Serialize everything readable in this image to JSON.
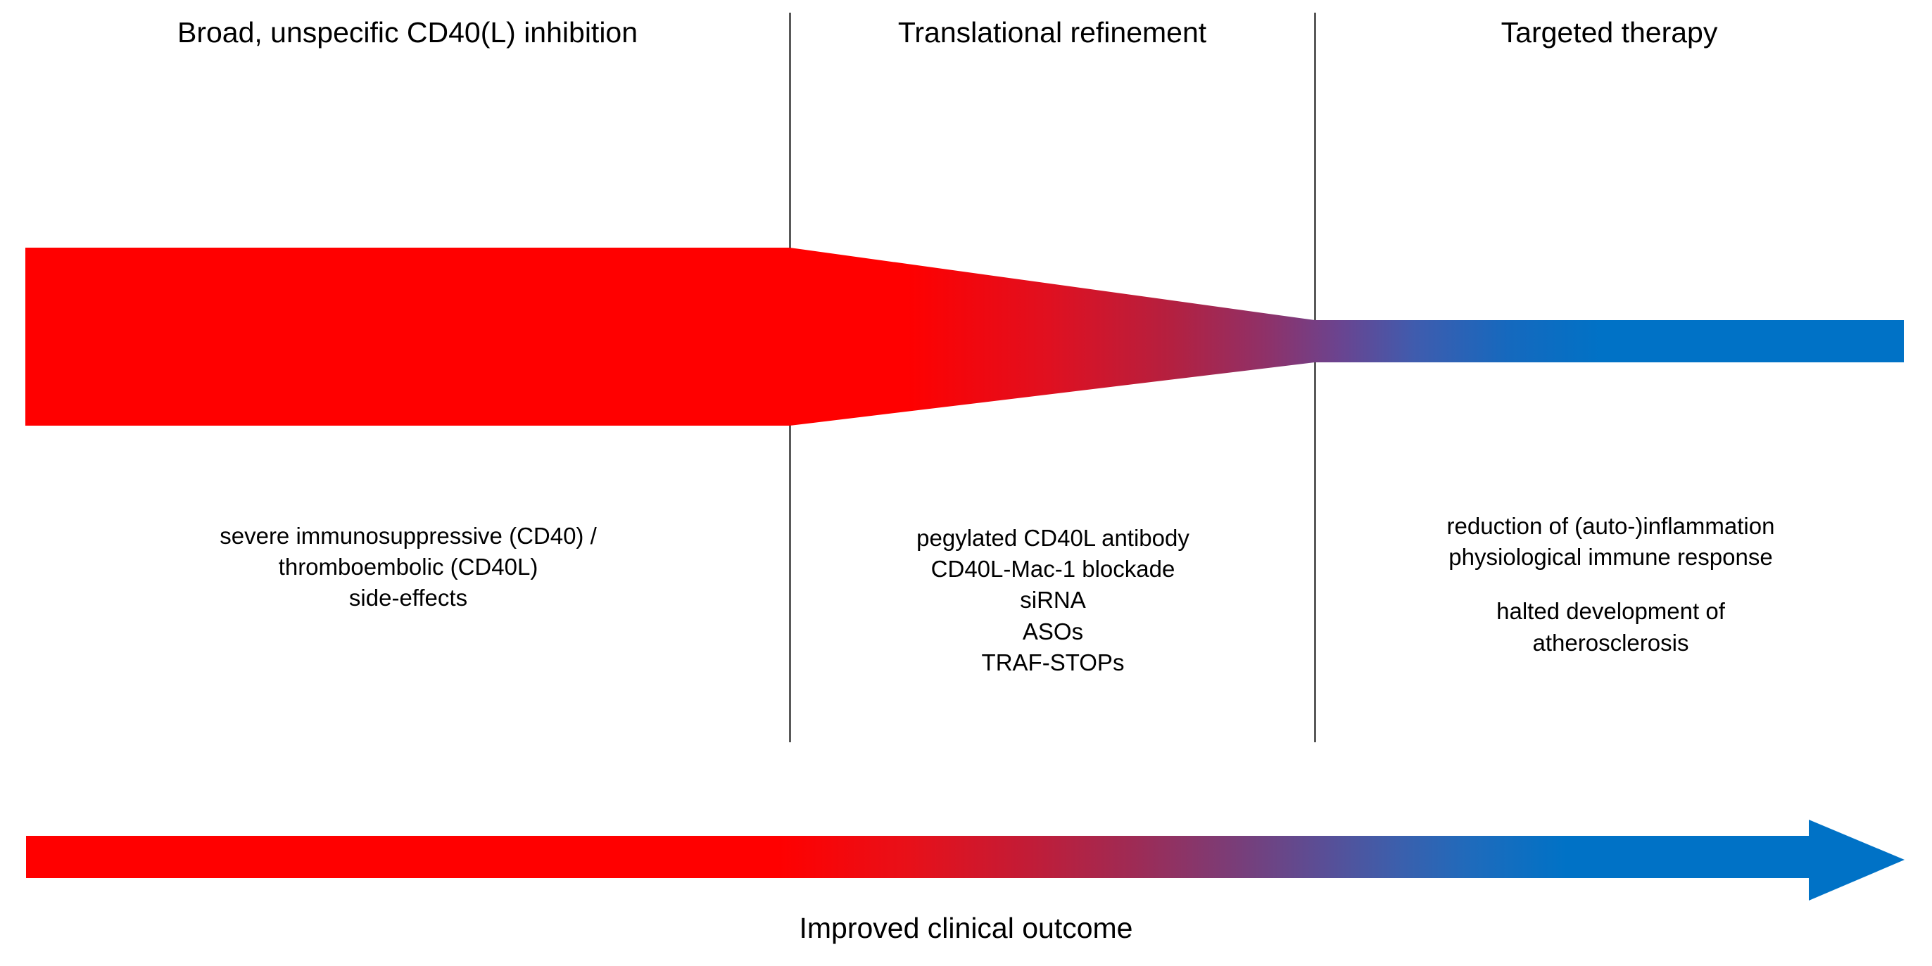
{
  "columns": [
    {
      "header": "Broad, unspecific CD40(L) inhibition",
      "lines": [
        "severe immunosuppressive  (CD40) /",
        "thromboembolic (CD40L)",
        "side-effects"
      ]
    },
    {
      "header": "Translational refinement",
      "lines": [
        "pegylated CD40L antibody",
        "CD40L-Mac-1 blockade",
        "siRNA",
        "ASOs",
        "TRAF-STOPs"
      ]
    },
    {
      "header": "Targeted therapy",
      "lines": [
        "reduction of (auto-)inflammation",
        "physiological immune response",
        "",
        "halted development of",
        "atherosclerosis"
      ]
    }
  ],
  "outcome": {
    "caption": "Improved clinical outcome",
    "arrow_icon": "right-arrow-icon"
  },
  "funnel": {
    "icon": "tapering-funnel-shape"
  },
  "colors": {
    "start_red": "#FF0000",
    "end_blue": "#0072C6",
    "divider_gray": "#595959",
    "text_black": "#000000",
    "background": "#FFFFFF"
  }
}
